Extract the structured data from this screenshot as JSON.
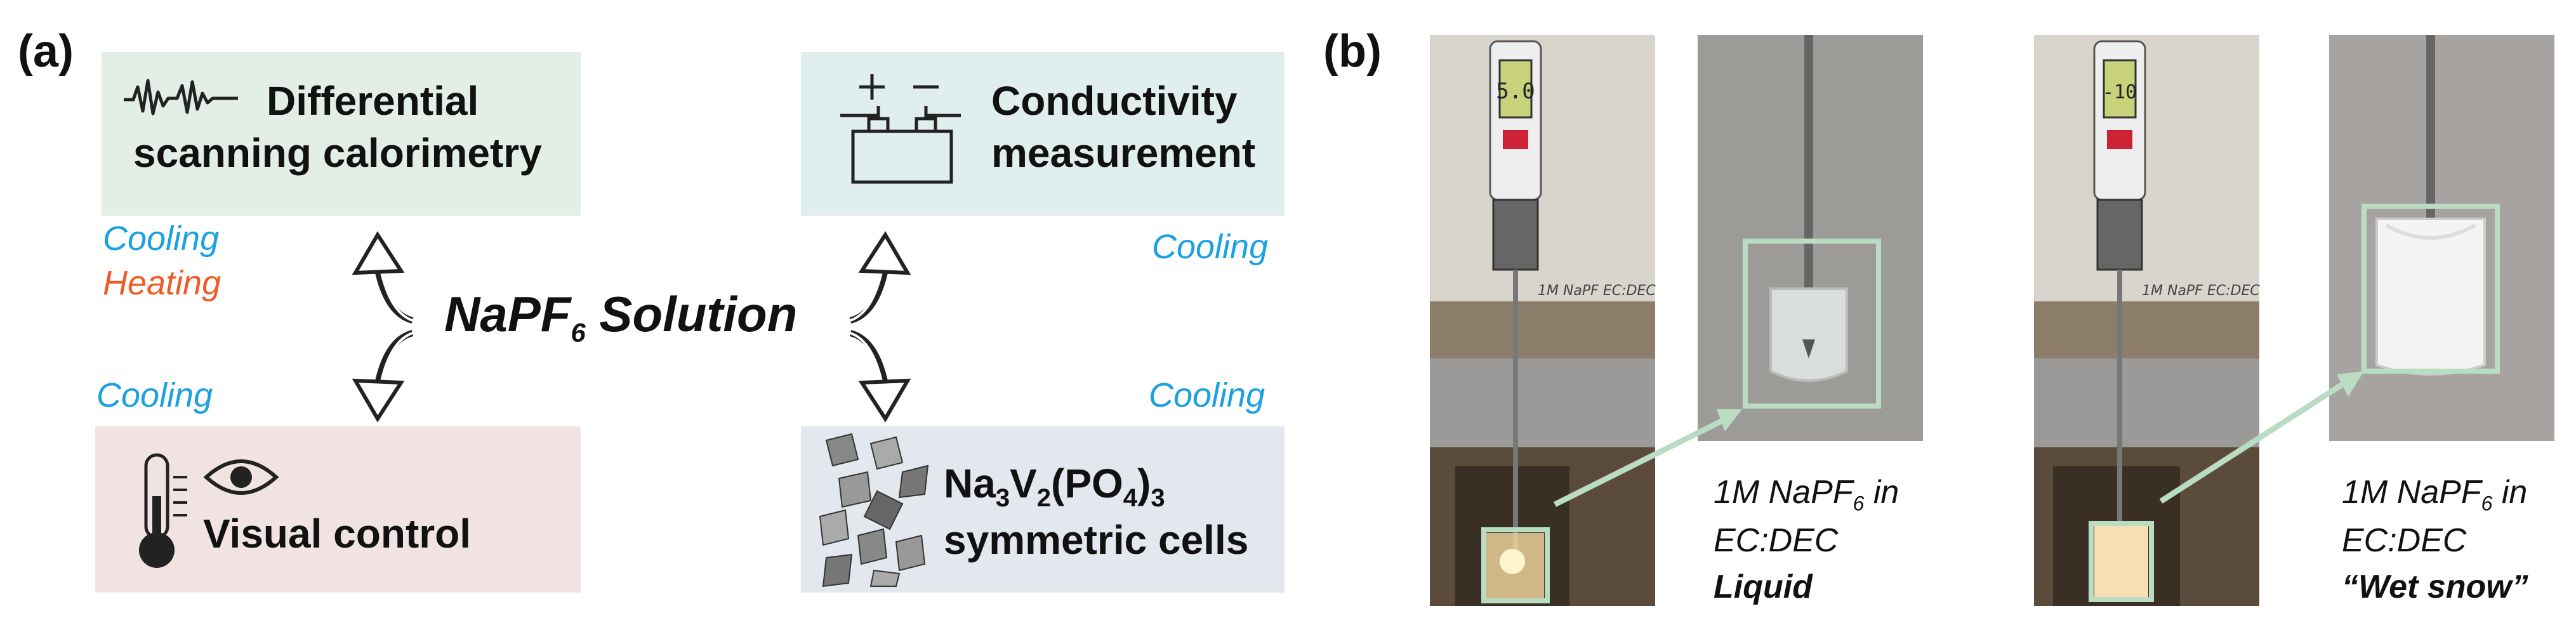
{
  "panel_a": {
    "label": "(a)",
    "center_title_main": "NaPF",
    "center_title_sub": "6",
    "center_title_tail": " Solution",
    "boxes": {
      "dsc": {
        "line1": "Differential",
        "line2": "scanning calorimetry",
        "color": "#e3efe6"
      },
      "conductivity": {
        "line1": "Conductivity",
        "line2": "measurement",
        "color": "#e0eeee"
      },
      "visual": {
        "line1": "Visual control",
        "color": "#f2e3e3"
      },
      "cells": {
        "na": "Na",
        "n3": "3",
        "v": "V",
        "n2": "2",
        "po": "(PO",
        "n4": "4",
        "close": ")",
        "n3b": "3",
        "line2": "symmetric cells",
        "color": "#e3e7ee"
      }
    },
    "conditions": {
      "dsc_cooling": "Cooling",
      "dsc_heating": "Heating",
      "conductivity_cooling": "Cooling",
      "visual_cooling": "Cooling",
      "cells_cooling": "Cooling"
    },
    "colors": {
      "cooling": "#1ba1e2",
      "heating": "#f05a28"
    }
  },
  "panel_b": {
    "label": "(b)",
    "caption1": {
      "pre": "1M NaPF",
      "sub": "6",
      "post": " in",
      "line2": "EC:DEC",
      "line3": "Liquid"
    },
    "caption2": {
      "pre": "1M NaPF",
      "sub": "6",
      "post": " in",
      "line2": "EC:DEC",
      "line3": "“Wet snow”"
    },
    "photo_labels": {
      "meter1_display": "5.0",
      "meter2_display": "-10",
      "handwriting": "1M NaPF EC:DEC"
    },
    "highlight_color": "#b9dcc3"
  }
}
